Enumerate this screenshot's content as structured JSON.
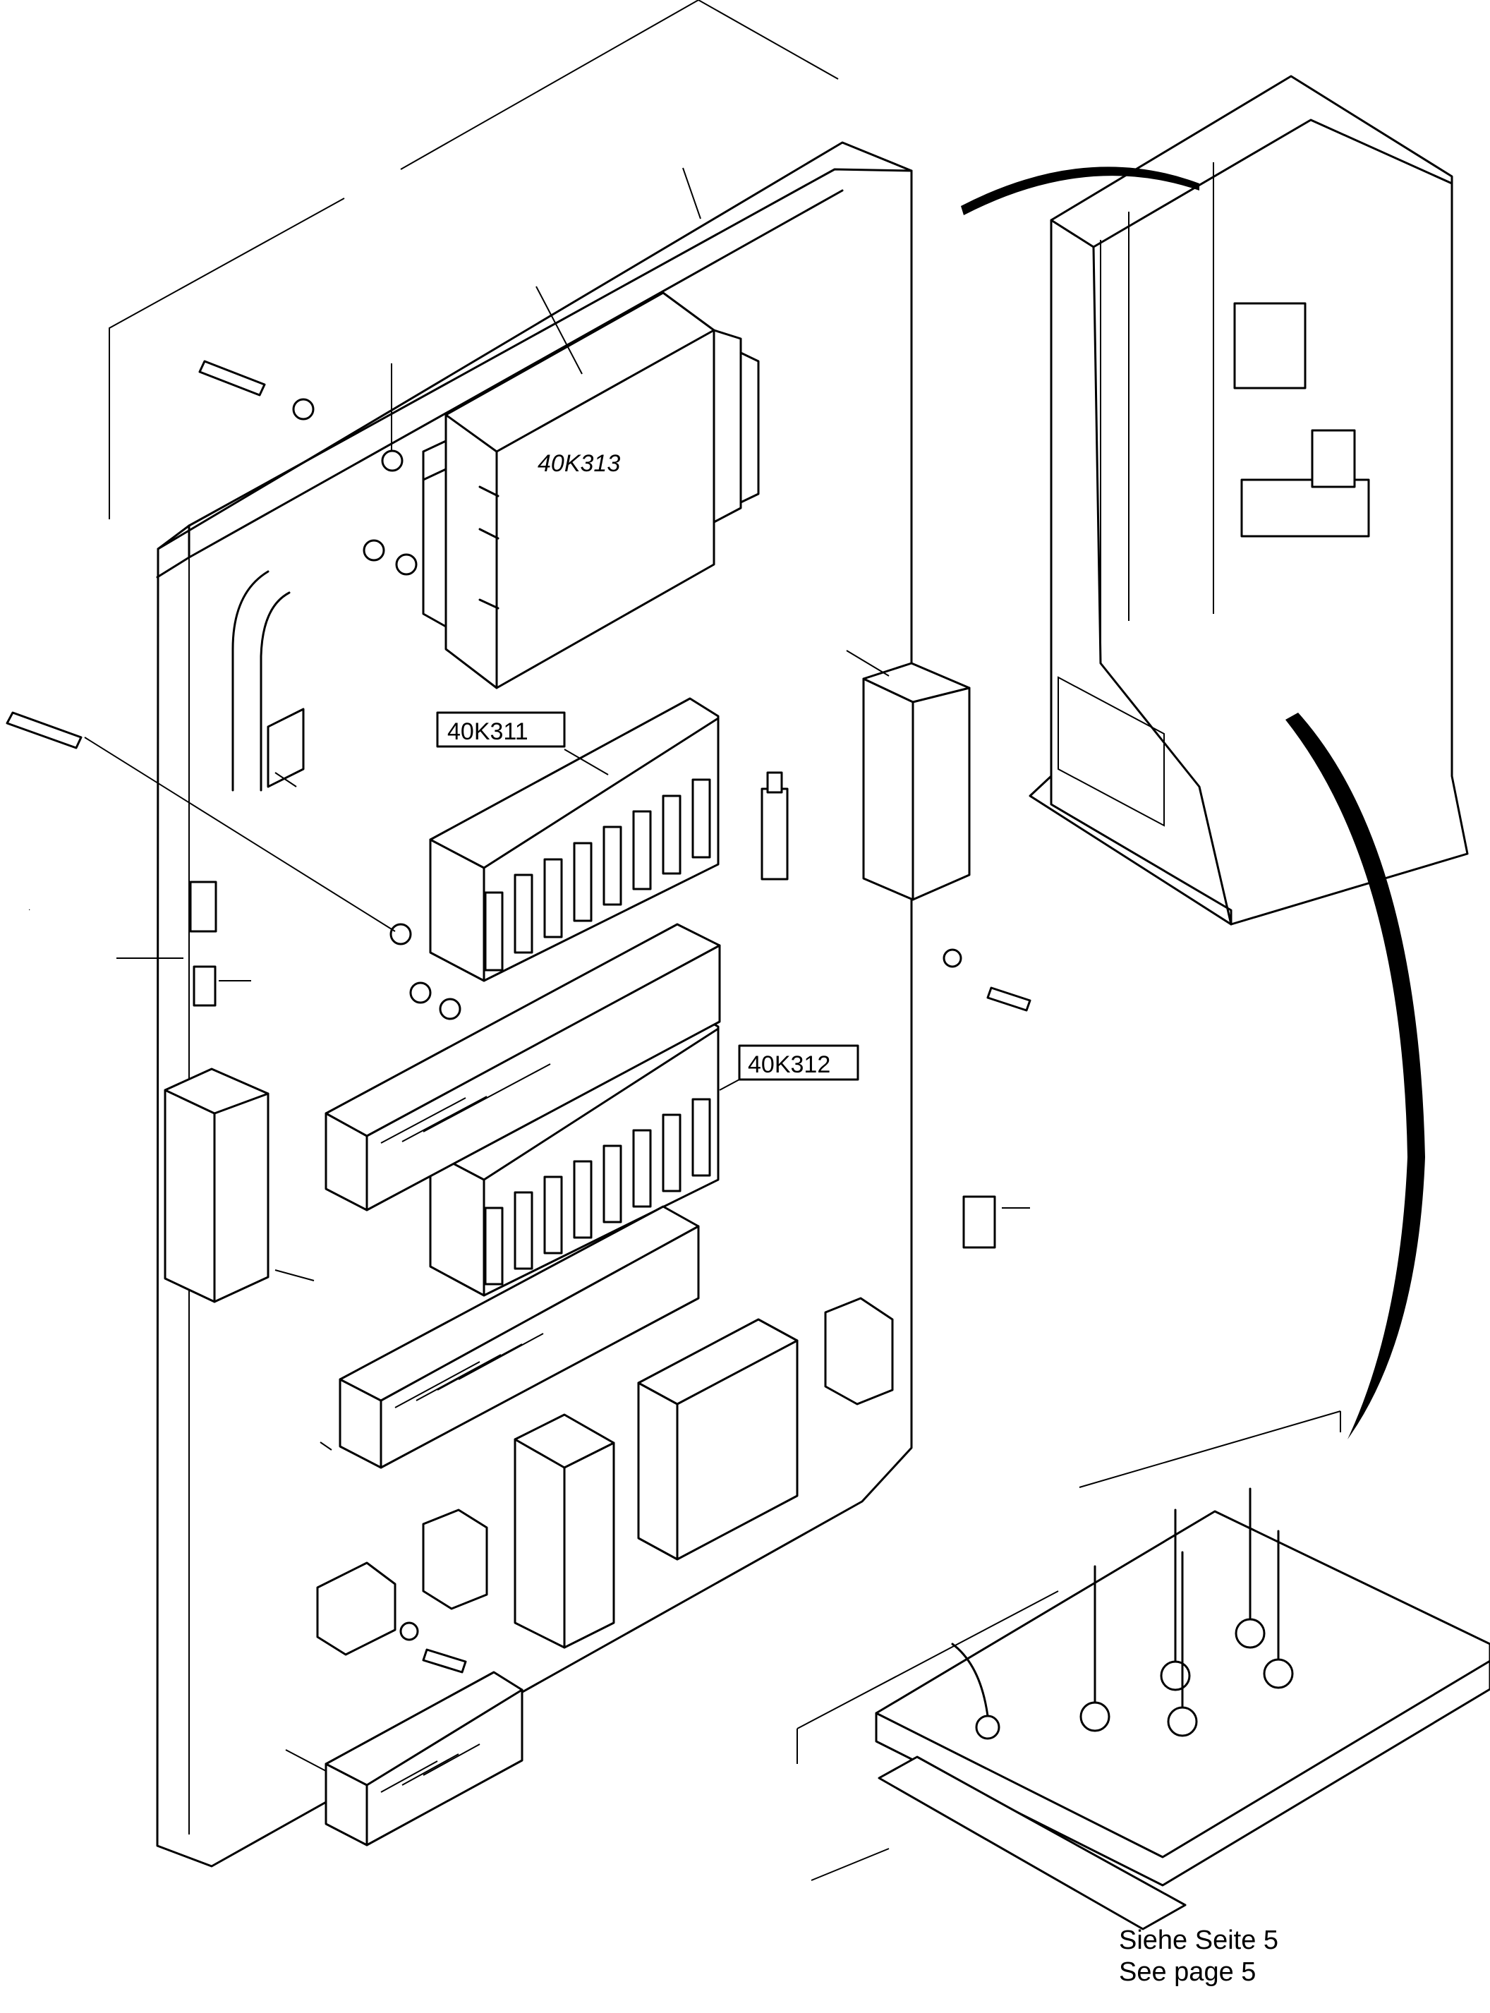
{
  "labels": {
    "module_313": "40K313",
    "module_311": "40K311",
    "module_312": "40K312"
  },
  "caption": {
    "de": "Siehe Seite 5",
    "en": "See page 5"
  }
}
